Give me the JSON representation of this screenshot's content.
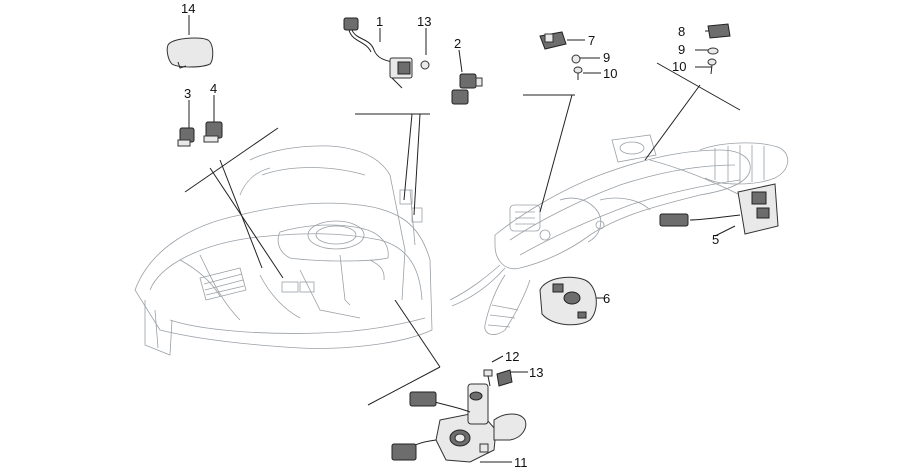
{
  "callouts": [
    {
      "id": "c14",
      "text": "14"
    },
    {
      "id": "c3",
      "text": "3"
    },
    {
      "id": "c4",
      "text": "4"
    },
    {
      "id": "c1",
      "text": "1"
    },
    {
      "id": "c13a",
      "text": "13"
    },
    {
      "id": "c2",
      "text": "2"
    },
    {
      "id": "c7",
      "text": "7"
    },
    {
      "id": "c9a",
      "text": "9"
    },
    {
      "id": "c10a",
      "text": "10"
    },
    {
      "id": "c8",
      "text": "8"
    },
    {
      "id": "c9b",
      "text": "9"
    },
    {
      "id": "c10b",
      "text": "10"
    },
    {
      "id": "c5",
      "text": "5"
    },
    {
      "id": "c6",
      "text": "6"
    },
    {
      "id": "c12",
      "text": "12"
    },
    {
      "id": "c13b",
      "text": "13"
    },
    {
      "id": "c11",
      "text": "11"
    }
  ]
}
